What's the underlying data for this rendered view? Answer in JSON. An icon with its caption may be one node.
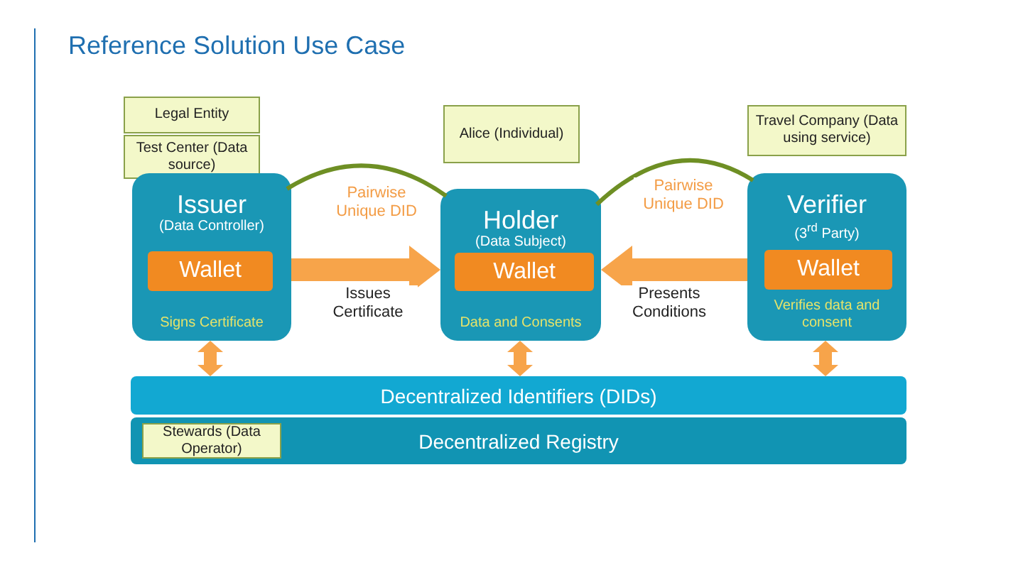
{
  "diagram": {
    "title": "Reference Solution Use Case",
    "nodes": [
      {
        "text": [
          "Legal Entity"
        ]
      },
      {
        "text": [
          "Test Center (Data source)"
        ]
      },
      {
        "text": [
          "Alice (Individual)"
        ]
      },
      {
        "text": [
          "Travel Company (Data using service)"
        ]
      },
      {
        "text": [
          "Issuer",
          "(Data Controller)",
          "Signs Certificate"
        ]
      },
      {
        "text": [
          "Wallet"
        ],
        "in": 4
      },
      {
        "text": [
          "Holder",
          "(Data Subject)",
          "Data and Consents"
        ]
      },
      {
        "text": [
          "Wallet"
        ],
        "in": 6
      },
      {
        "text": [
          "Verifier",
          "(3$^{rd}$ Party)",
          "Verifies data and consent"
        ]
      },
      {
        "text": [
          "Wallet"
        ],
        "in": 8
      },
      {
        "text": [
          "Decentralized Identifiers (DIDs)"
        ]
      },
      {
        "text": [
          "Decentralized Registry"
        ]
      },
      {
        "text": [
          "Stewards (Data Operator)"
        ],
        "in": 11
      }
    ],
    "edges": [
      {
        "from": 4,
        "to": 6,
        "arrow": "none",
        "label": "Pairwise Unique DID",
        "color": "#6e8f24"
      },
      {
        "from": 6,
        "to": 8,
        "arrow": "none",
        "label": "Pairwise Unique DID",
        "color": "#6e8f24"
      },
      {
        "from": 4,
        "to": 6,
        "arrow": "to",
        "label": "Issues Certificate"
      },
      {
        "from": 8,
        "to": 6,
        "arrow": "to",
        "label": "Presents Conditions"
      },
      {
        "from": 4,
        "to": 10,
        "arrow": "both"
      },
      {
        "from": 6,
        "to": 10,
        "arrow": "both"
      },
      {
        "from": 8,
        "to": 10,
        "arrow": "both"
      }
    ]
  }
}
